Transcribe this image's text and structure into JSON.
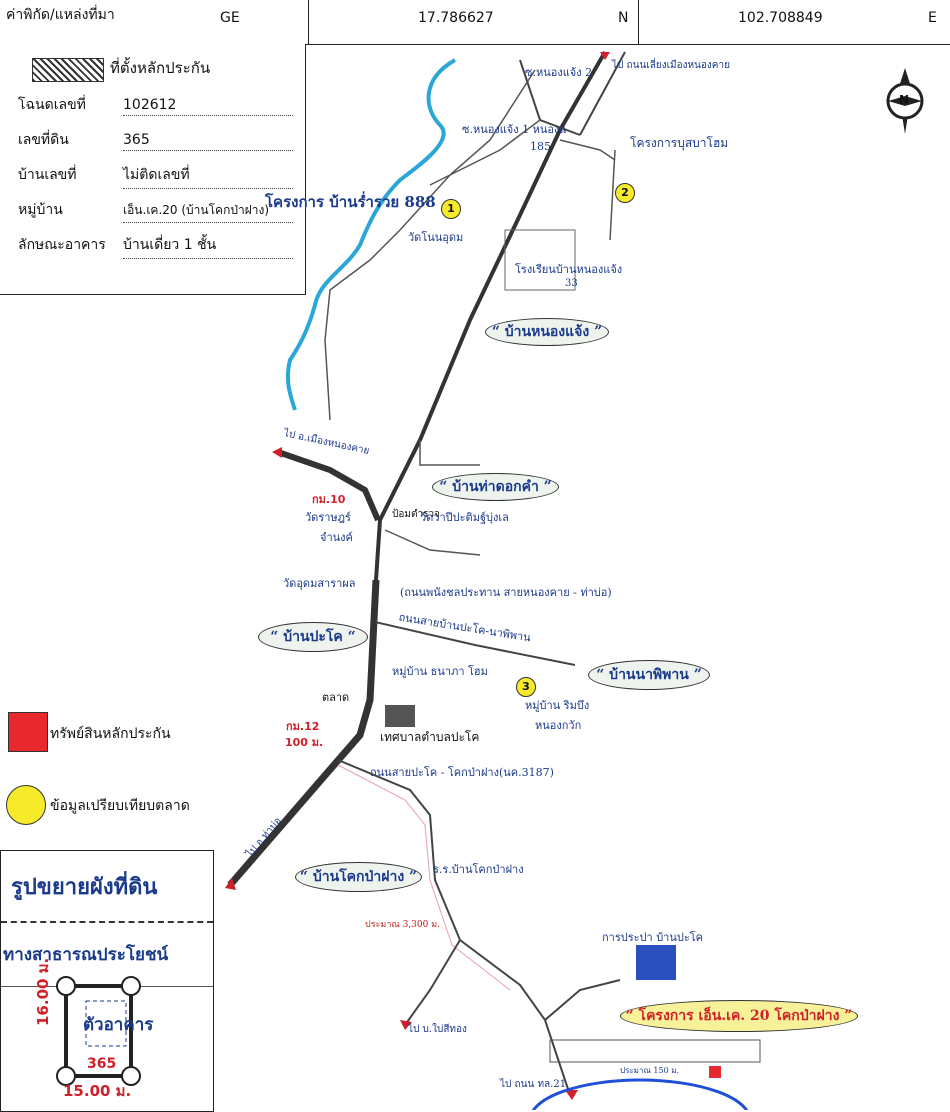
{
  "header": {
    "label": "ค่าพิกัด/แหล่งที่มา",
    "source": "GE",
    "lat": "17.786627",
    "lat_dir": "N",
    "lon": "102.708849",
    "lon_dir": "E"
  },
  "info": {
    "legend_hatch": "ที่ตั้งหลักประกัน",
    "rows": [
      {
        "key": "โฉนดเลขที่",
        "value": "102612"
      },
      {
        "key": "เลขที่ดิน",
        "value": "365"
      },
      {
        "key": "บ้านเลขที่",
        "value": "ไม่ติดเลขที่"
      },
      {
        "key": "หมู่บ้าน",
        "value": "เอ็น.เค.20 (บ้านโคกป่าฝาง)"
      },
      {
        "key": "ลักษณะอาคาร",
        "value": "บ้านเดี่ยว 1 ชั้น"
      }
    ]
  },
  "legend": {
    "asset": "ทรัพย์สินหลักประกัน",
    "compare": "ข้อมูลเปรียบเทียบตลาด"
  },
  "map": {
    "north": "N",
    "labels": {
      "soi2": "ซ.หนองแจ้ง 2",
      "to_bypass": "ไป ถนนเลี่ยงเมืองหนองคาย",
      "soi1": "ซ.หนองแจ้ง 1 หนองแ",
      "num185": "185",
      "proj_bussaba": "โครงการบุสบาโฮม",
      "proj_888": "โครงการ บ้านร่ำรวย 888",
      "wat_nonaudom": "วัดโนนอุดม",
      "school": "โรงเรียนบ้านหนองแจ้ง",
      "mark33": "33",
      "to_muang": "ไป อ.เมืองหนองคาย",
      "km10": "กม.10",
      "wat_ratbamrung": "วัดราษฎร์",
      "chamnong": "จำนงค์",
      "police": "ป้อมตำรวจ",
      "wat_pa": "วัดวาปีปะติมฐ์บุ่งเล",
      "wat_udomsararam": "วัดอุดมสาราผล",
      "road_main": "(ถนนพนังชลประทาน สายหนองคาย - ท่าบ่อ)",
      "road_napipan": "ถนนสายบ้านปะโค-นาพิพาน",
      "vill_thanapa": "หมู่บ้าน ธนาภา โฮม",
      "vill_rimbueng": "หมู่บ้าน ริมบึง",
      "nong_kwak": "หนองกวัก",
      "market": "ตลาด",
      "km12": "กม.12",
      "dist100": "100 ม.",
      "municipal": "เทศบาลตำบลปะโค",
      "road_3187": "ถนนสายปะโค - โคกป่าฝาง(นค.3187)",
      "to_thabo": "ไป อ.ท่าบ่อ",
      "school2": "ร.ร.บ้านโคกป่าฝาง",
      "approx3300": "ประมาณ 3,300 ม.",
      "water": "การประปา บ้านปะโค",
      "to_baisithong": "ไป บ.ใบ่สีทอง",
      "to_road": "ไป ถนน ทล.21",
      "approx_bottom": "ประมาณ 150 ม."
    },
    "ovals": {
      "nongchaeng": "“ บ้านหนองแจ้ง ”",
      "thadokkham": "“ บ้านท่าดอกคำ ”",
      "pako": "“ บ้านปะโค “",
      "napipan": "“ บ้านนาพิพาน ”",
      "kokpafang": "“ บ้านโคกป่าฝาง ”",
      "nk20": "“ โครงการ เอ็น.เค. 20 โคกป่าฝาง ”"
    },
    "markers": [
      "1",
      "2",
      "3"
    ]
  },
  "inset": {
    "title": "รูปขยายผังที่ดิน",
    "road": "ทางสาธารณประโยชน์",
    "building": "ตัวอาคาร",
    "depth": "16.00 ม.",
    "width": "15.00 ม.",
    "lot": "365"
  }
}
